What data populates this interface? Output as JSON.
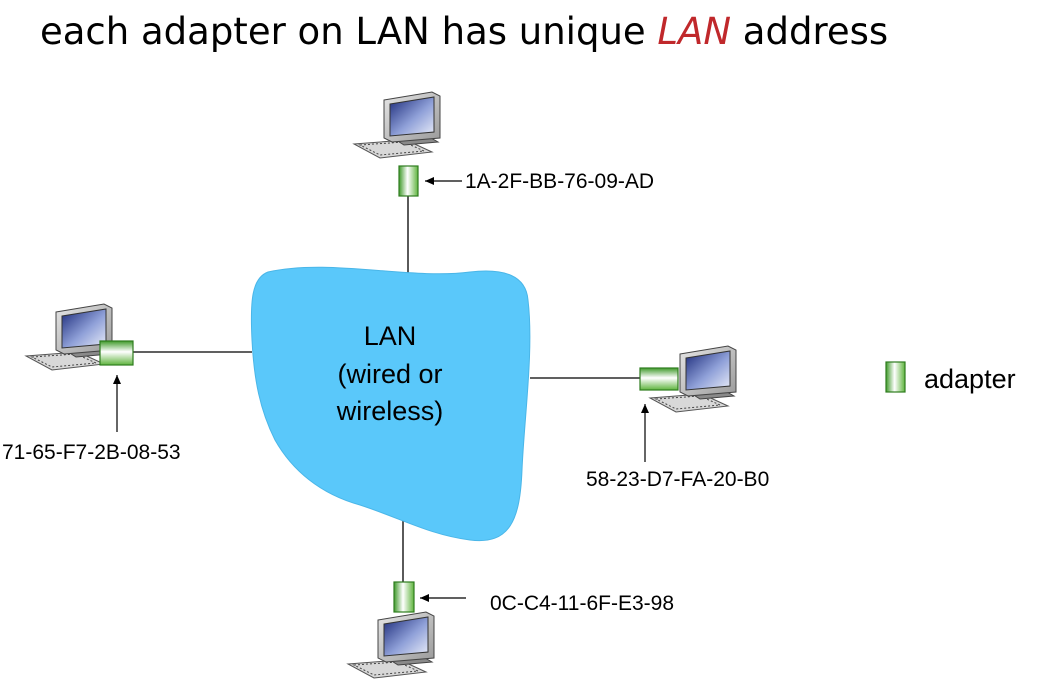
{
  "title": {
    "prefix": "each adapter on LAN has unique ",
    "accent": "LAN",
    "suffix": " address",
    "accent_color": "#c0282b"
  },
  "lan": {
    "lines": [
      "LAN",
      "(wired or",
      "wireless)"
    ],
    "color": "#5ac8fa"
  },
  "hosts": [
    {
      "id": "top",
      "mac": "1A-2F-BB-76-09-AD"
    },
    {
      "id": "left",
      "mac": "71-65-F7-2B-08-53"
    },
    {
      "id": "right",
      "mac": "58-23-D7-FA-20-B0"
    },
    {
      "id": "bottom",
      "mac": "0C-C4-11-6F-E3-98"
    }
  ],
  "legend": {
    "label": "adapter",
    "icon": "adapter-icon"
  },
  "colors": {
    "adapter_border": "#2e7d1e",
    "adapter_fill": "#7cc85a",
    "screen": "#2f3f8c"
  }
}
